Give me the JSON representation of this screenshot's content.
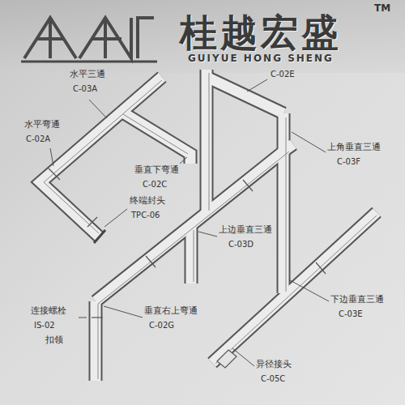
{
  "diagram": {
    "labels": [
      "桂越宏盛",
      "GUIYUE HONG SHENG",
      "TM",
      "水平三通",
      "C-03A",
      "C-02E",
      "水平弯通",
      "C-02A",
      "垂直下弯通",
      "C-02C",
      "上角垂直三通",
      "C-03F",
      "终端封头",
      "TPC-06",
      "上边垂直三通",
      "C-03D",
      "连接螺栓",
      "IS-02",
      "扣领",
      "垂直右上弯通",
      "C-02G",
      "下边垂直三通",
      "C-03E",
      "异径接头",
      "C-05C"
    ]
  }
}
